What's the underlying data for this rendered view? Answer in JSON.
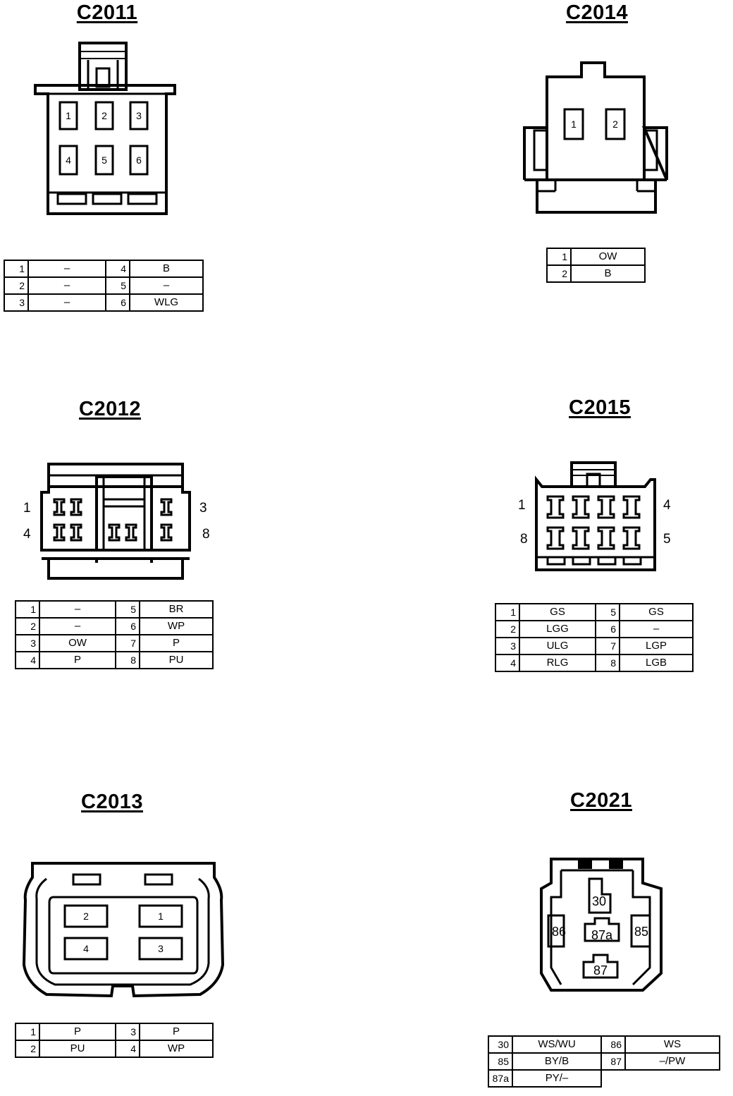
{
  "connectors": {
    "c2011": {
      "title": "C2011",
      "cavities": [
        "1",
        "2",
        "3",
        "4",
        "5",
        "6"
      ],
      "rows": [
        {
          "p1": "1",
          "c1": "–",
          "p2": "4",
          "c2": "B"
        },
        {
          "p1": "2",
          "c1": "–",
          "p2": "5",
          "c2": "–"
        },
        {
          "p1": "3",
          "c1": "–",
          "p2": "6",
          "c2": "WLG"
        }
      ]
    },
    "c2014": {
      "title": "C2014",
      "cavities": [
        "1",
        "2"
      ],
      "rows": [
        {
          "p1": "1",
          "c1": "OW"
        },
        {
          "p1": "2",
          "c1": "B"
        }
      ]
    },
    "c2012": {
      "title": "C2012",
      "side_labels": {
        "top_left": "1",
        "top_right": "3",
        "bottom_left": "4",
        "bottom_right": "8"
      },
      "rows": [
        {
          "p1": "1",
          "c1": "–",
          "p2": "5",
          "c2": "BR"
        },
        {
          "p1": "2",
          "c1": "–",
          "p2": "6",
          "c2": "WP"
        },
        {
          "p1": "3",
          "c1": "OW",
          "p2": "7",
          "c2": "P"
        },
        {
          "p1": "4",
          "c1": "P",
          "p2": "8",
          "c2": "PU"
        }
      ]
    },
    "c2015": {
      "title": "C2015",
      "side_labels": {
        "top_left": "1",
        "top_right": "4",
        "bottom_left": "8",
        "bottom_right": "5"
      },
      "rows": [
        {
          "p1": "1",
          "c1": "GS",
          "p2": "5",
          "c2": "GS"
        },
        {
          "p1": "2",
          "c1": "LGG",
          "p2": "6",
          "c2": "–"
        },
        {
          "p1": "3",
          "c1": "ULG",
          "p2": "7",
          "c2": "LGP"
        },
        {
          "p1": "4",
          "c1": "RLG",
          "p2": "8",
          "c2": "LGB"
        }
      ]
    },
    "c2013": {
      "title": "C2013",
      "cavities": [
        "2",
        "1",
        "4",
        "3"
      ],
      "rows": [
        {
          "p1": "1",
          "c1": "P",
          "p2": "3",
          "c2": "P"
        },
        {
          "p1": "2",
          "c1": "PU",
          "p2": "4",
          "c2": "WP"
        }
      ]
    },
    "c2021": {
      "title": "C2021",
      "cavities": [
        "30",
        "86",
        "87a",
        "85",
        "87"
      ],
      "rows": [
        {
          "p1": "30",
          "c1": "WS/WU",
          "p2": "86",
          "c2": "WS"
        },
        {
          "p1": "85",
          "c1": "BY/B",
          "p2": "87",
          "c2": "–/PW"
        },
        {
          "p1": "87a",
          "c1": "PY/–"
        }
      ]
    }
  }
}
